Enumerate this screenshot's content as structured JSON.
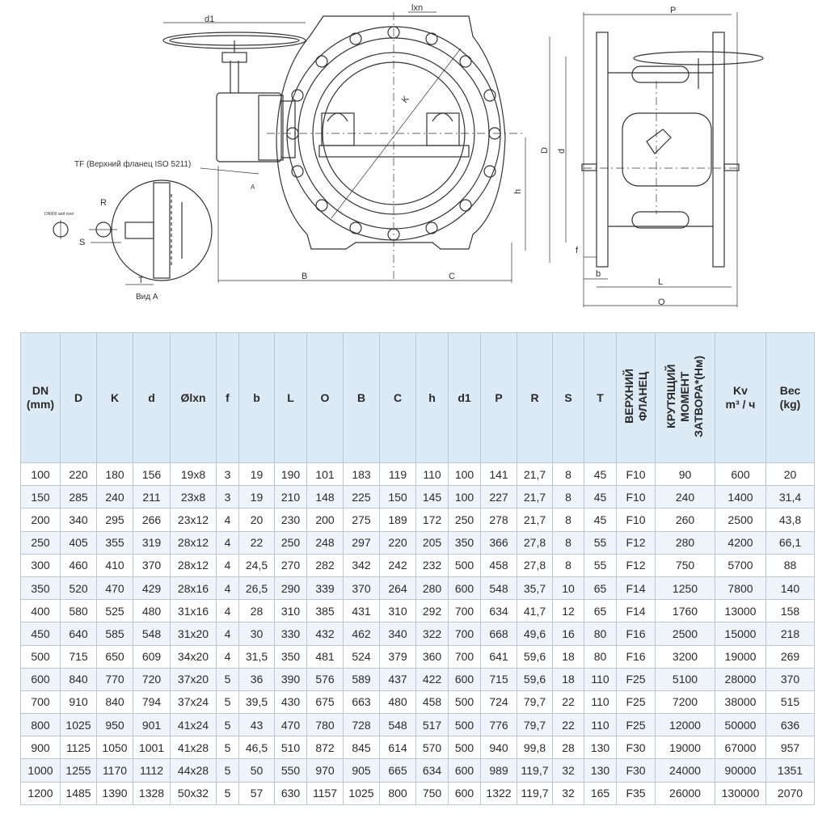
{
  "drawing": {
    "labels": {
      "d1": "d1",
      "lxn": "lxn",
      "K": "K",
      "B": "B",
      "C": "C",
      "h": "h",
      "A": "A",
      "R": "R",
      "S": "S",
      "T": "T",
      "P": "P",
      "D": "D",
      "d": "d",
      "f": "f",
      "b": "b",
      "L": "L",
      "O": "O"
    },
    "tf_caption": "TF (Верхний фланец ISO 5211)",
    "view_caption": "Вид А",
    "dn_note": "DN900 and over",
    "line_color": "#333333",
    "hatch_color": "#888888"
  },
  "table": {
    "headers": [
      {
        "key": "dn",
        "label": "DN\n(mm)",
        "vertical": false
      },
      {
        "key": "D",
        "label": "D",
        "vertical": false
      },
      {
        "key": "K",
        "label": "K",
        "vertical": false
      },
      {
        "key": "d",
        "label": "d",
        "vertical": false
      },
      {
        "key": "olxn",
        "label": "Ølxn",
        "vertical": false
      },
      {
        "key": "f",
        "label": "f",
        "vertical": false
      },
      {
        "key": "b",
        "label": "b",
        "vertical": false
      },
      {
        "key": "L",
        "label": "L",
        "vertical": false
      },
      {
        "key": "O",
        "label": "O",
        "vertical": false
      },
      {
        "key": "B",
        "label": "B",
        "vertical": false
      },
      {
        "key": "C",
        "label": "C",
        "vertical": false
      },
      {
        "key": "h",
        "label": "h",
        "vertical": false
      },
      {
        "key": "d1",
        "label": "d1",
        "vertical": false
      },
      {
        "key": "P",
        "label": "P",
        "vertical": false
      },
      {
        "key": "R",
        "label": "R",
        "vertical": false
      },
      {
        "key": "S",
        "label": "S",
        "vertical": false
      },
      {
        "key": "T",
        "label": "T",
        "vertical": false
      },
      {
        "key": "flange",
        "label": "ВЕРХНИЙ\nФЛАНЕЦ",
        "vertical": true
      },
      {
        "key": "torque",
        "label": "КРУТЯЩИЙ\nМОМЕНТ\nЗАТВОРА*(Нм)",
        "vertical": true
      },
      {
        "key": "kv",
        "label": "Kv\nm³ / ч",
        "vertical": false
      },
      {
        "key": "weight",
        "label": "Вес\n(kg)",
        "vertical": false
      }
    ],
    "rows": [
      [
        "100",
        "220",
        "180",
        "156",
        "19x8",
        "3",
        "19",
        "190",
        "101",
        "183",
        "119",
        "110",
        "100",
        "141",
        "21,7",
        "8",
        "45",
        "F10",
        "90",
        "600",
        "20"
      ],
      [
        "150",
        "285",
        "240",
        "211",
        "23x8",
        "3",
        "19",
        "210",
        "148",
        "225",
        "150",
        "145",
        "100",
        "227",
        "21,7",
        "8",
        "45",
        "F10",
        "240",
        "1400",
        "31,4"
      ],
      [
        "200",
        "340",
        "295",
        "266",
        "23x12",
        "4",
        "20",
        "230",
        "200",
        "275",
        "189",
        "172",
        "250",
        "278",
        "21,7",
        "8",
        "45",
        "F10",
        "260",
        "2500",
        "43,8"
      ],
      [
        "250",
        "405",
        "355",
        "319",
        "28x12",
        "4",
        "22",
        "250",
        "248",
        "297",
        "220",
        "205",
        "350",
        "366",
        "27,8",
        "8",
        "55",
        "F12",
        "280",
        "4200",
        "66,1"
      ],
      [
        "300",
        "460",
        "410",
        "370",
        "28x12",
        "4",
        "24,5",
        "270",
        "282",
        "342",
        "242",
        "232",
        "500",
        "458",
        "27,8",
        "8",
        "55",
        "F12",
        "750",
        "5700",
        "88"
      ],
      [
        "350",
        "520",
        "470",
        "429",
        "28x16",
        "4",
        "26,5",
        "290",
        "339",
        "370",
        "264",
        "280",
        "600",
        "548",
        "35,7",
        "10",
        "65",
        "F14",
        "1250",
        "7800",
        "140"
      ],
      [
        "400",
        "580",
        "525",
        "480",
        "31x16",
        "4",
        "28",
        "310",
        "385",
        "431",
        "310",
        "292",
        "700",
        "634",
        "41,7",
        "12",
        "65",
        "F14",
        "1760",
        "13000",
        "158"
      ],
      [
        "450",
        "640",
        "585",
        "548",
        "31x20",
        "4",
        "30",
        "330",
        "432",
        "462",
        "340",
        "322",
        "700",
        "668",
        "49,6",
        "16",
        "80",
        "F16",
        "2500",
        "15000",
        "218"
      ],
      [
        "500",
        "715",
        "650",
        "609",
        "34x20",
        "4",
        "31,5",
        "350",
        "481",
        "524",
        "379",
        "360",
        "700",
        "641",
        "59,6",
        "18",
        "80",
        "F16",
        "3200",
        "19000",
        "269"
      ],
      [
        "600",
        "840",
        "770",
        "720",
        "37x20",
        "5",
        "36",
        "390",
        "576",
        "589",
        "437",
        "422",
        "600",
        "715",
        "59,6",
        "18",
        "110",
        "F25",
        "5100",
        "28000",
        "370"
      ],
      [
        "700",
        "910",
        "840",
        "794",
        "37x24",
        "5",
        "39,5",
        "430",
        "675",
        "663",
        "480",
        "458",
        "500",
        "724",
        "79,7",
        "22",
        "110",
        "F25",
        "7200",
        "38000",
        "515"
      ],
      [
        "800",
        "1025",
        "950",
        "901",
        "41x24",
        "5",
        "43",
        "470",
        "780",
        "728",
        "548",
        "517",
        "500",
        "776",
        "79,7",
        "22",
        "110",
        "F25",
        "12000",
        "50000",
        "636"
      ],
      [
        "900",
        "1125",
        "1050",
        "1001",
        "41x28",
        "5",
        "46,5",
        "510",
        "872",
        "845",
        "614",
        "570",
        "500",
        "940",
        "99,8",
        "28",
        "130",
        "F30",
        "19000",
        "67000",
        "957"
      ],
      [
        "1000",
        "1255",
        "1170",
        "1112",
        "44x28",
        "5",
        "50",
        "550",
        "970",
        "905",
        "665",
        "634",
        "600",
        "989",
        "119,7",
        "32",
        "130",
        "F30",
        "24000",
        "90000",
        "1351"
      ],
      [
        "1200",
        "1485",
        "1390",
        "1328",
        "50x32",
        "5",
        "57",
        "630",
        "1157",
        "1025",
        "800",
        "750",
        "600",
        "1322",
        "119,7",
        "32",
        "165",
        "F35",
        "26000",
        "130000",
        "2070"
      ]
    ]
  }
}
